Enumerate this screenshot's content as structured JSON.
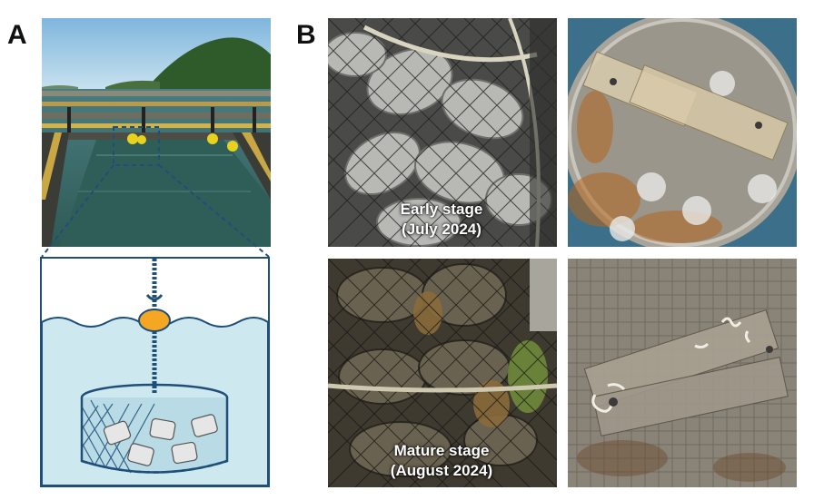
{
  "panels": {
    "a": {
      "letter": "A"
    },
    "b": {
      "letter": "B",
      "early_caption": {
        "line1": "Early stage",
        "line2": "(July 2024)"
      },
      "mature_caption": {
        "line1": "Mature stage",
        "line2": "(August 2024)"
      }
    }
  },
  "colors": {
    "sky": "#9ec9e6",
    "sea": "#3a6e6a",
    "hill": "#2f5a2a",
    "buoy": "#f5a623",
    "diagram_line": "#1f4e79",
    "diagram_water": "#cde8ef",
    "net_dark": "#2e2e2e",
    "plate_tan": "#d8c9a8",
    "rust": "#b5651d"
  }
}
